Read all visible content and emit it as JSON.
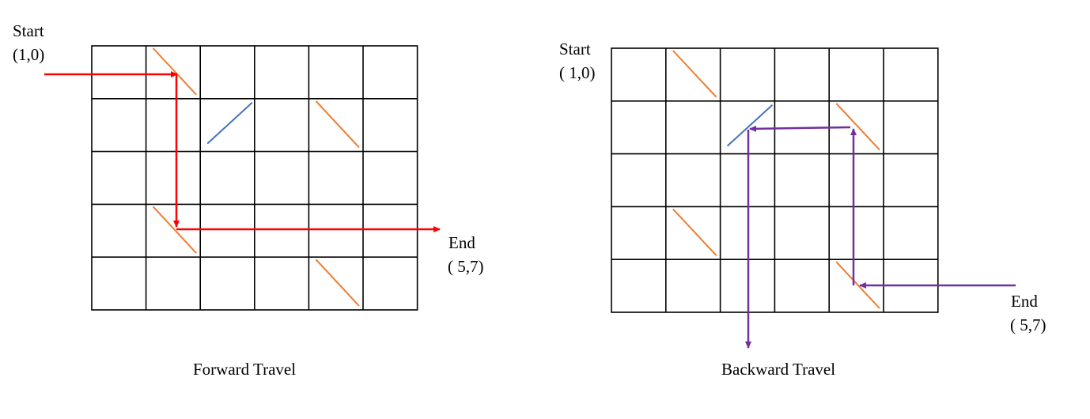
{
  "diagrams": [
    {
      "id": "forward",
      "caption": "Forward Travel",
      "start_label": "Start",
      "start_coord": "(1,0)",
      "end_label": "End",
      "end_coord": "( 5,7)",
      "grid": {
        "rows": 5,
        "cols": 6
      },
      "mirrors": [
        {
          "row": 0,
          "col": 1,
          "type": "backslash",
          "color": "#ED7D31"
        },
        {
          "row": 1,
          "col": 2,
          "type": "slash",
          "color": "#4472C4"
        },
        {
          "row": 1,
          "col": 4,
          "type": "backslash",
          "color": "#ED7D31"
        },
        {
          "row": 3,
          "col": 1,
          "type": "backslash",
          "color": "#ED7D31"
        },
        {
          "row": 4,
          "col": 4,
          "type": "backslash",
          "color": "#ED7D31"
        }
      ],
      "path_color": "#FF0000"
    },
    {
      "id": "backward",
      "caption": "Backward Travel",
      "start_label": "Start",
      "start_coord": "( 1,0)",
      "end_label": "End",
      "end_coord": "( 5,7)",
      "grid": {
        "rows": 5,
        "cols": 6
      },
      "mirrors": [
        {
          "row": 0,
          "col": 1,
          "type": "backslash",
          "color": "#ED7D31"
        },
        {
          "row": 1,
          "col": 2,
          "type": "slash",
          "color": "#4472C4"
        },
        {
          "row": 1,
          "col": 4,
          "type": "backslash",
          "color": "#ED7D31"
        },
        {
          "row": 3,
          "col": 1,
          "type": "backslash",
          "color": "#ED7D31"
        },
        {
          "row": 4,
          "col": 4,
          "type": "backslash",
          "color": "#ED7D31"
        }
      ],
      "path_color": "#7030A0"
    }
  ]
}
